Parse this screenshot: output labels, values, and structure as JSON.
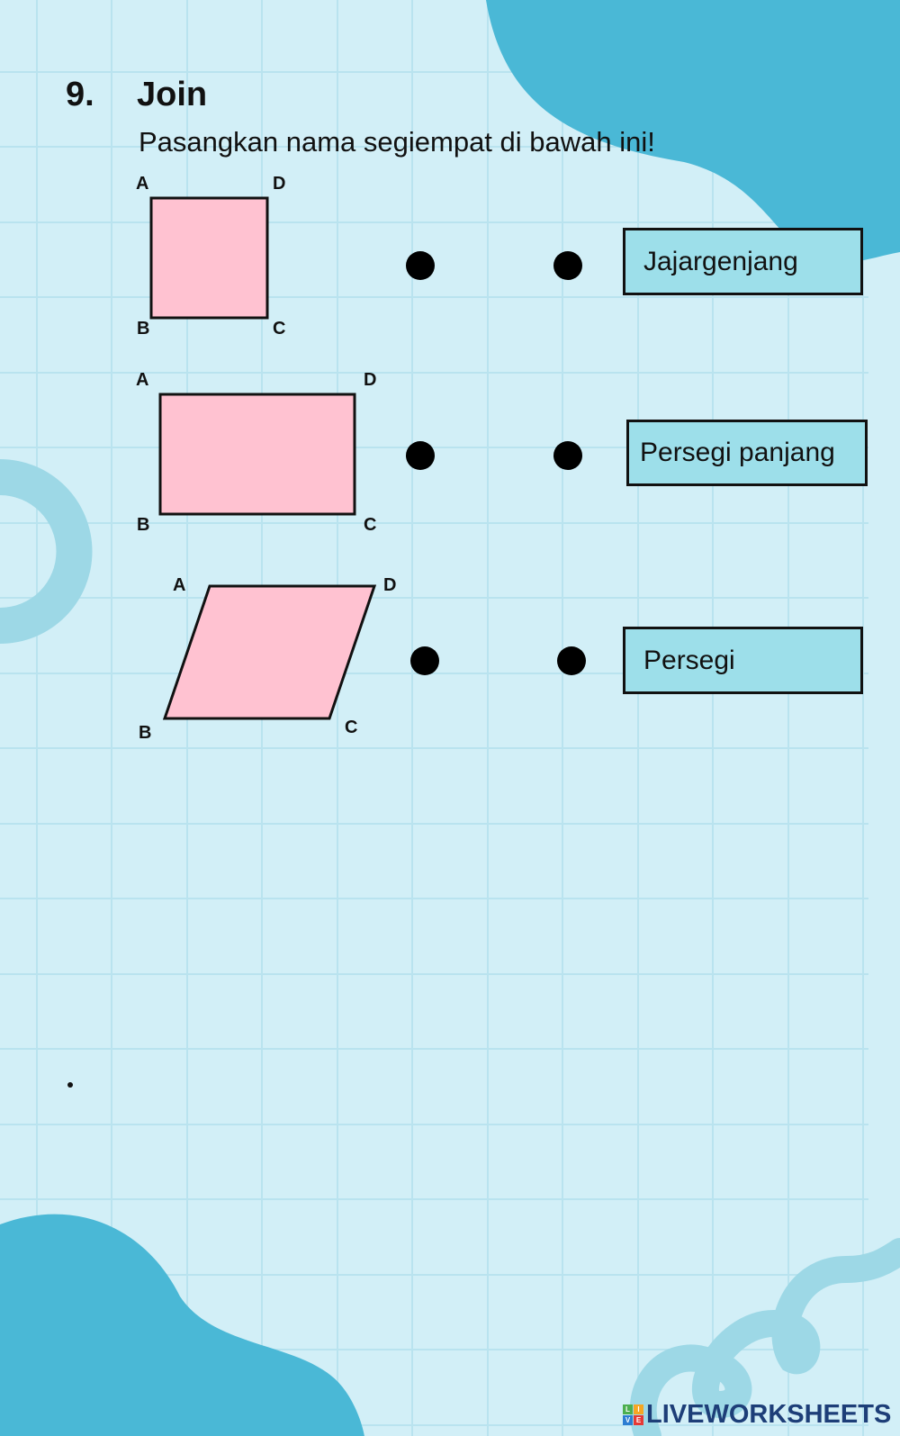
{
  "question": {
    "number": "9.",
    "title": "Join",
    "instruction": "Pasangkan nama segiempat di bawah ini!"
  },
  "shapes": [
    {
      "name": "square",
      "labels": {
        "a": "A",
        "b": "B",
        "c": "C",
        "d": "D"
      }
    },
    {
      "name": "rectangle",
      "labels": {
        "a": "A",
        "b": "B",
        "c": "C",
        "d": "D"
      }
    },
    {
      "name": "parallelogram",
      "labels": {
        "a": "A",
        "b": "B",
        "c": "C",
        "d": "D"
      }
    }
  ],
  "answers": [
    "Jajargenjang",
    "Persegi panjang",
    "Persegi"
  ],
  "logo": {
    "text": "LIVEWORKSHEETS",
    "cube": [
      "L",
      "I",
      "V",
      "E"
    ]
  },
  "colors": {
    "background": "#d2eff7",
    "blob": "#4ab8d6",
    "ring": "#9dd8e6",
    "shape_fill": "#ffc2d1",
    "answer_box": "#9ddfea"
  }
}
